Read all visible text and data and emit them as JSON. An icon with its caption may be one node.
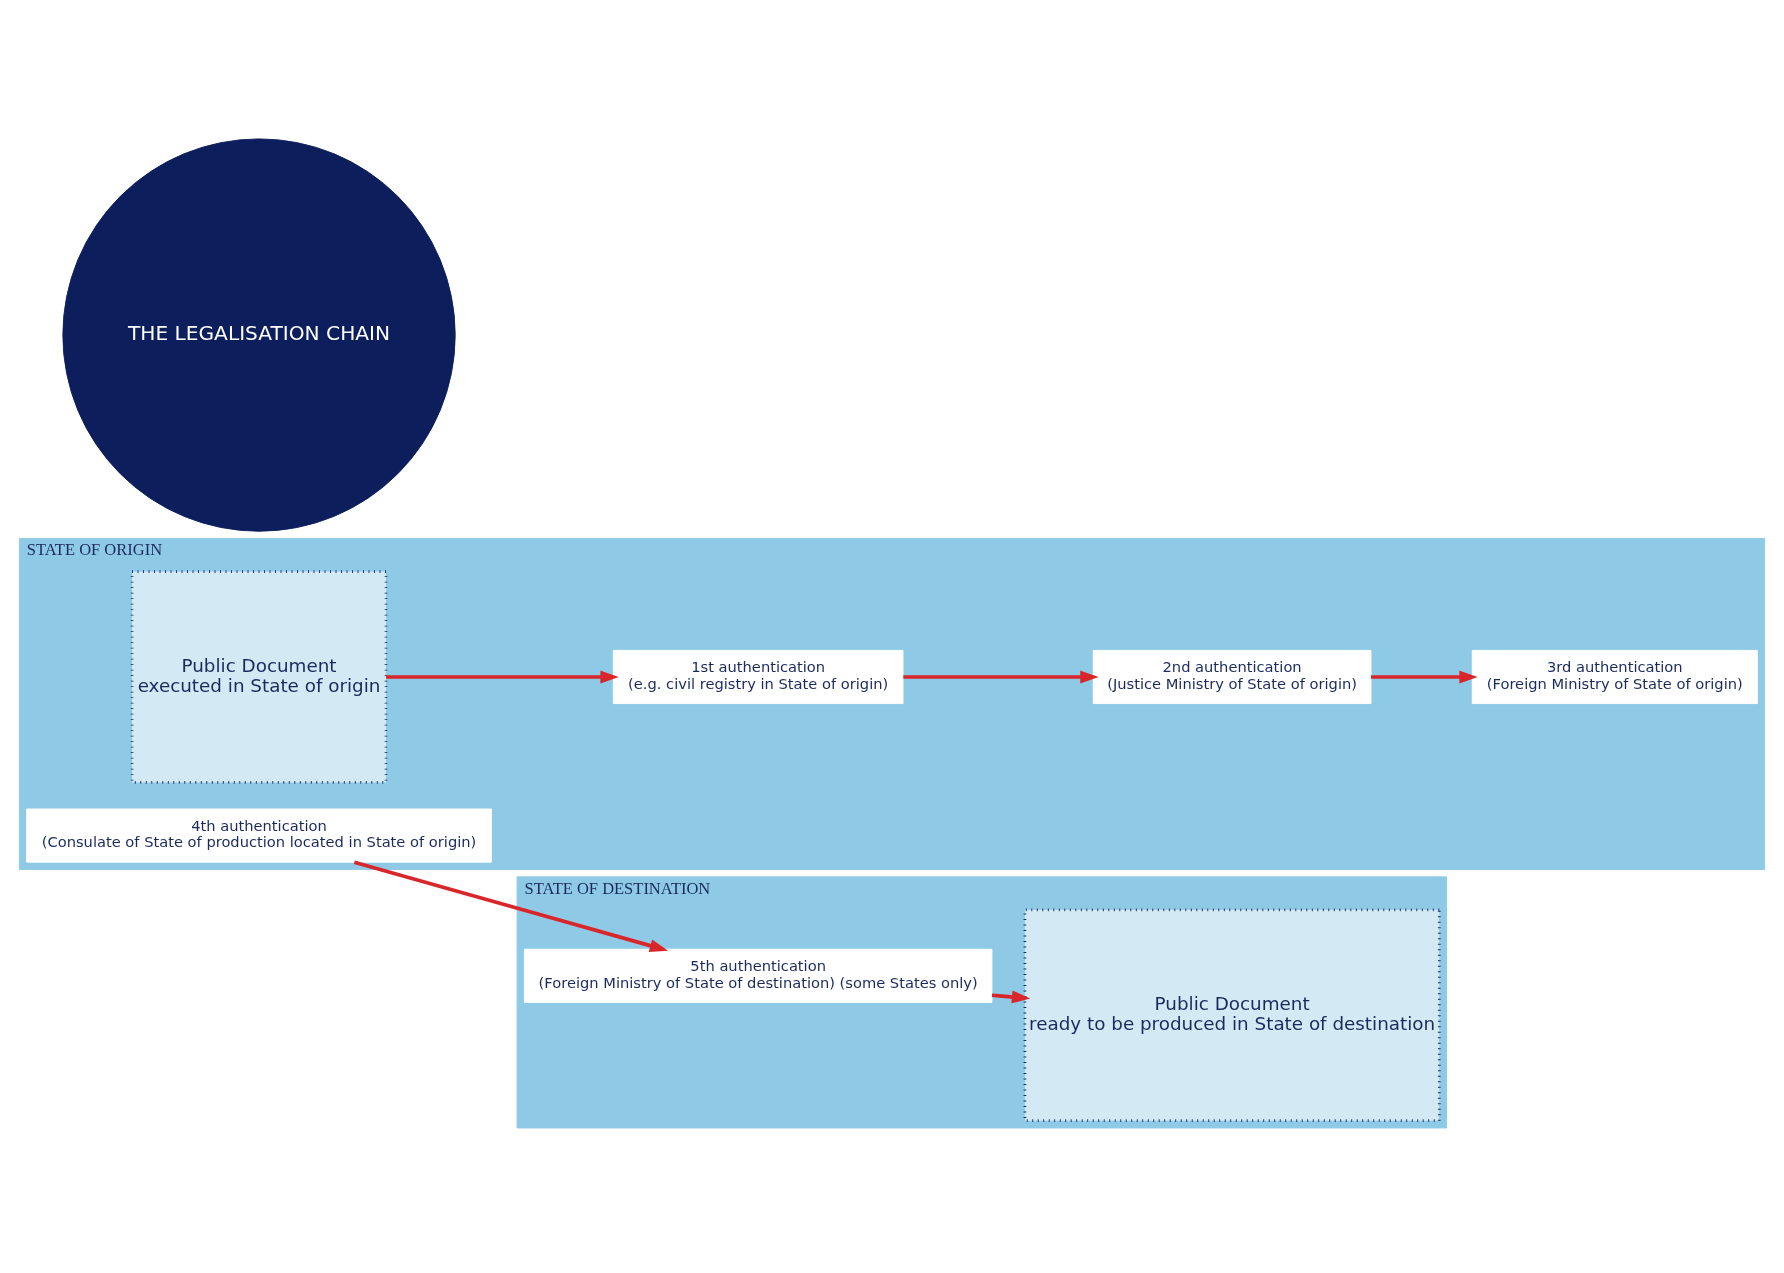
{
  "diagram": {
    "nodes": [
      {
        "text": [
          "STATE OF ORIGIN"
        ]
      },
      {
        "text": [
          "Public Document",
          "executed in State of origin"
        ],
        "in": 0
      },
      {
        "text": [
          "1st authentication",
          "(e.g. civil registry in State of origin)"
        ],
        "in": 0
      },
      {
        "text": [
          "2nd authentication",
          "(Justice Ministry of State of origin)"
        ],
        "in": 0
      },
      {
        "text": [
          "3rd authentication",
          "(Foreign Ministry of State of origin)"
        ],
        "in": 0
      },
      {
        "text": [
          "4th authentication",
          "(Consulate of State of production located in State of origin)"
        ],
        "in": 0
      },
      {
        "text": [
          "THE LEGALISATION CHAIN"
        ]
      },
      {
        "text": [
          "STATE OF DESTINATION"
        ]
      },
      {
        "text": [
          "Public Document",
          "ready to be produced in State of destination"
        ],
        "in": 7
      },
      {
        "text": [
          "5th authentication",
          "(Foreign Ministry of State of destination) (some States only)"
        ],
        "in": 7
      }
    ],
    "edges": [
      {
        "from": 1,
        "to": 2,
        "arrow": "to"
      },
      {
        "from": 2,
        "to": 3,
        "arrow": "to"
      },
      {
        "from": 3,
        "to": 4,
        "arrow": "to"
      },
      {
        "from": 5,
        "to": 9,
        "arrow": "to"
      },
      {
        "from": 9,
        "to": 8,
        "arrow": "to"
      }
    ]
  }
}
